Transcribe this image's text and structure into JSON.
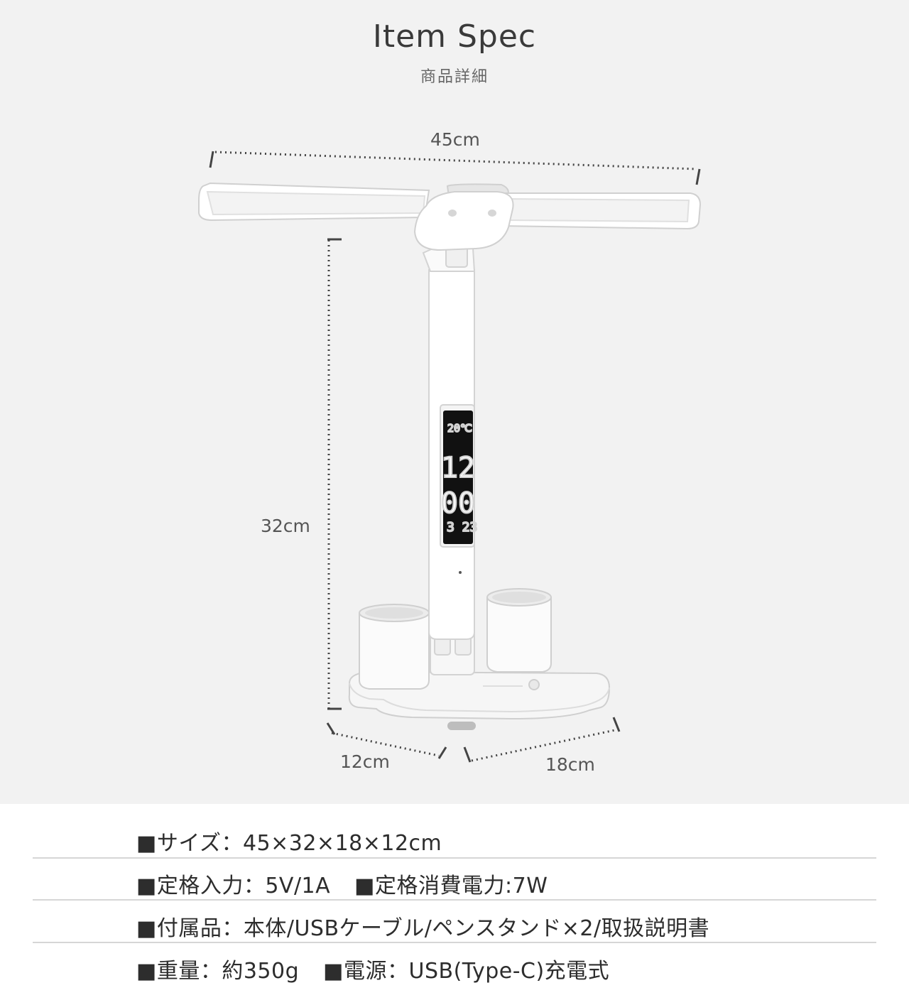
{
  "header": {
    "title": "Item Spec",
    "subtitle": "商品詳細"
  },
  "dimensions": {
    "width": "45cm",
    "height": "32cm",
    "depth_left": "12cm",
    "depth_right": "18cm"
  },
  "product": {
    "name": "desk-lamp",
    "display": {
      "temp": "20℃",
      "hour": "12",
      "minute": "00",
      "date": "3 23"
    }
  },
  "specs": [
    {
      "segments": [
        "■サイズ：45×32×18×12cm"
      ]
    },
    {
      "segments": [
        "■定格入力：5V/1A",
        "■定格消費電力:7W"
      ]
    },
    {
      "segments": [
        "■付属品：本体/USBケーブル/ペンスタンド×2/取扱説明書"
      ]
    },
    {
      "segments": [
        "■重量：約350g",
        "■電源：USB(Type-C)充電式"
      ]
    }
  ]
}
